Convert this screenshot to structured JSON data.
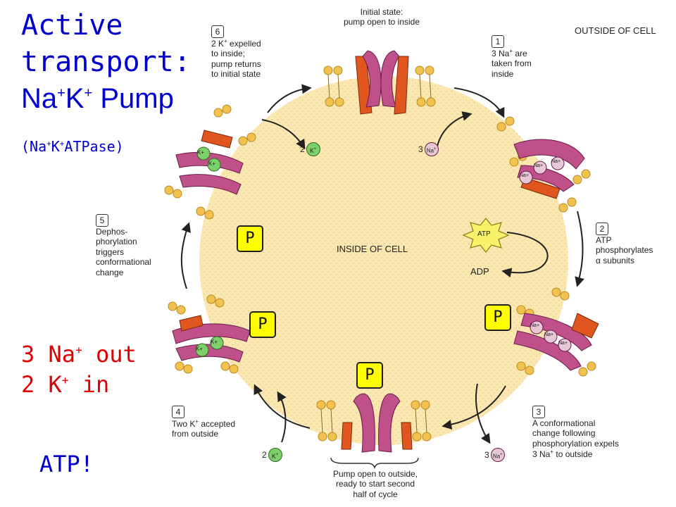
{
  "title": {
    "line1": "Active",
    "line2": "transport:",
    "line3_na": "Na",
    "line3_k": "K",
    "line3_pump": " Pump",
    "plus": "+"
  },
  "subtitle": {
    "open": "(Na",
    "k": "K",
    "rest": "ATPase)",
    "plus": "+"
  },
  "stoichiometry": {
    "line1_a": "3 Na",
    "line1_b": " out",
    "line2_a": "2 K",
    "line2_b": " in",
    "plus": "+"
  },
  "atp_note": "ATP!",
  "labels": {
    "outside": "OUTSIDE OF CELL",
    "inside": "INSIDE OF CELL",
    "initial_1": "Initial state:",
    "initial_2": "pump open to inside",
    "step1_num": "1",
    "step1_1": "3 Na",
    "step1_1b": " are",
    "step1_2": "taken from",
    "step1_3": "inside",
    "step2_num": "2",
    "step2_1": "ATP",
    "step2_2": "phosphorylates",
    "step2_3": "α subunits",
    "step3_num": "3",
    "step3_1": "A conformational",
    "step3_2": "change following",
    "step3_3": "phosphorylation expels",
    "step3_4": "3 Na",
    "step3_4b": " to outside",
    "step4_num": "4",
    "step4_1": "Two K",
    "step4_1b": " accepted",
    "step4_2": "from outside",
    "step5_num": "5",
    "step5_1": "Dephos-",
    "step5_2": "phorylation",
    "step5_3": "triggers",
    "step5_4": "conformational",
    "step5_5": "change",
    "step6_num": "6",
    "step6_1": "2 K",
    "step6_1b": " expelled",
    "step6_2": "to inside;",
    "step6_3": "pump returns",
    "step6_4": "to initial state",
    "bottom_1": "Pump open to outside,",
    "bottom_2": "ready to start second",
    "bottom_3": "half of cycle",
    "adp": "ADP",
    "plus": "+"
  },
  "ions": {
    "na3_top": "3",
    "na_label": "Na",
    "k2_top": "2",
    "k_label": "K",
    "na3_bottom": "3",
    "k2_bottom": "2",
    "atp_burst": "ATP",
    "k_in_pump": "K+",
    "na_in_pump": "Na+"
  },
  "phosphate_label": "P",
  "colors": {
    "title_blue": "#0000cc",
    "stoich_red": "#dd0000",
    "cell_interior": "#fbe7b0",
    "pump_magenta": "#c0508a",
    "pump_orange": "#e0561e",
    "lipid_head": "#f2c14e",
    "na_ion": "#e7c7d6",
    "k_ion": "#7ed06a",
    "atp_burst": "#f7f26a",
    "phosphate": "#ffff00"
  }
}
